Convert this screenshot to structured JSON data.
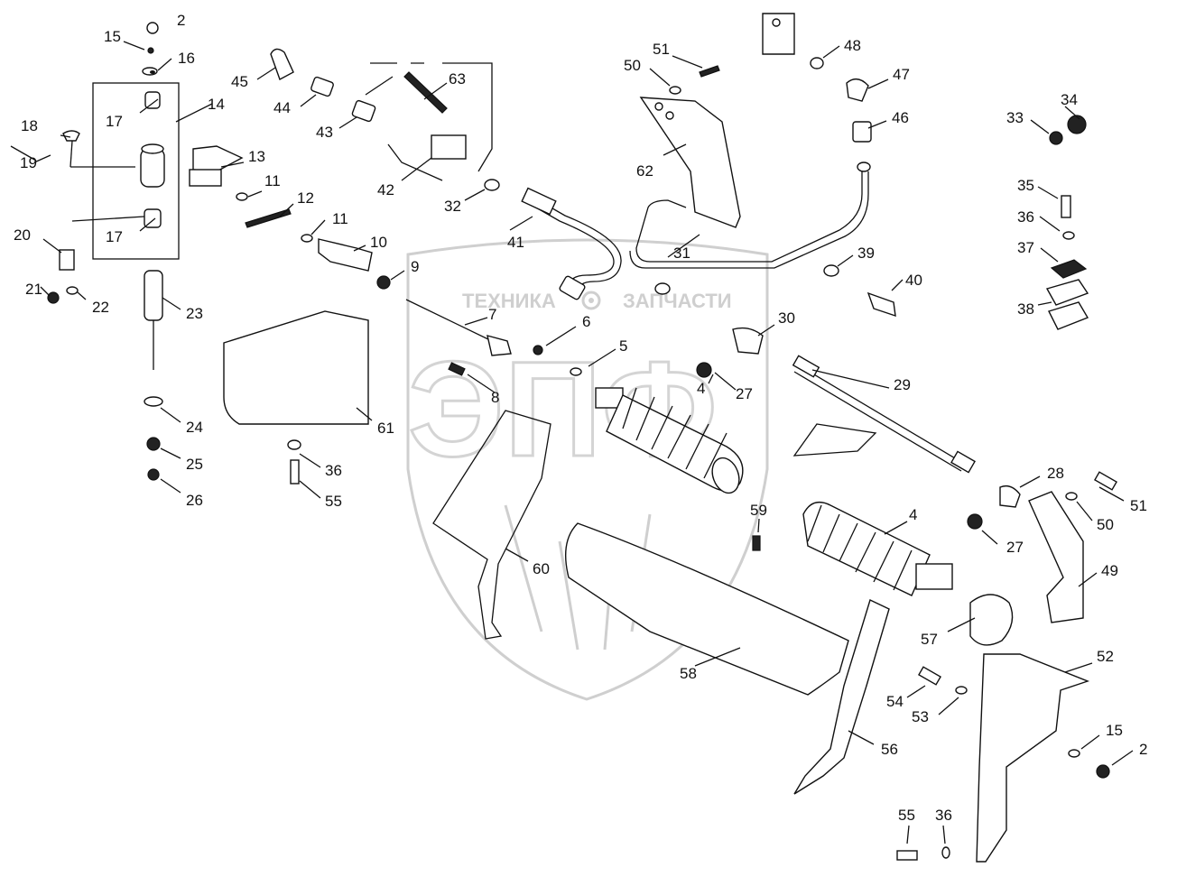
{
  "watermark": {
    "left_word": "ТЕХНИКА",
    "right_word": "ЗАПЧАСТИ",
    "logo_letters": "ЭПФ",
    "logo_icon": "gear-icon"
  },
  "callouts": {
    "n2a": "2",
    "n15a": "15",
    "n16": "16",
    "n14": "14",
    "n17a": "17",
    "n18": "18",
    "n19": "19",
    "n13": "13",
    "n11a": "11",
    "n12": "12",
    "n11b": "11",
    "n10": "10",
    "n9": "9",
    "n17b": "17",
    "n20": "20",
    "n21": "21",
    "n22": "22",
    "n23": "23",
    "n24": "24",
    "n25": "25",
    "n26": "26",
    "n45": "45",
    "n44": "44",
    "n43": "43",
    "n42": "42",
    "n63": "63",
    "n32": "32",
    "n41": "41",
    "n51a": "51",
    "n50a": "50",
    "n62": "62",
    "n48": "48",
    "n47": "47",
    "n46": "46",
    "n31": "31",
    "n39": "39",
    "n40": "40",
    "n34": "34",
    "n33": "33",
    "n35": "35",
    "n36a": "36",
    "n37": "37",
    "n38": "38",
    "n7": "7",
    "n6": "6",
    "n5": "5",
    "n30": "30",
    "n8": "8",
    "n4a": "4",
    "n27a": "27",
    "n29": "29",
    "n61": "61",
    "n36b": "36",
    "n55a": "55",
    "n28": "28",
    "n51b": "51",
    "n50b": "50",
    "n59": "59",
    "n4b": "4",
    "n27b": "27",
    "n49": "49",
    "n60": "60",
    "n57": "57",
    "n58": "58",
    "n52": "52",
    "n54": "54",
    "n53": "53",
    "n56": "56",
    "n15b": "15",
    "n2b": "2",
    "n55b": "55",
    "n36c": "36"
  }
}
